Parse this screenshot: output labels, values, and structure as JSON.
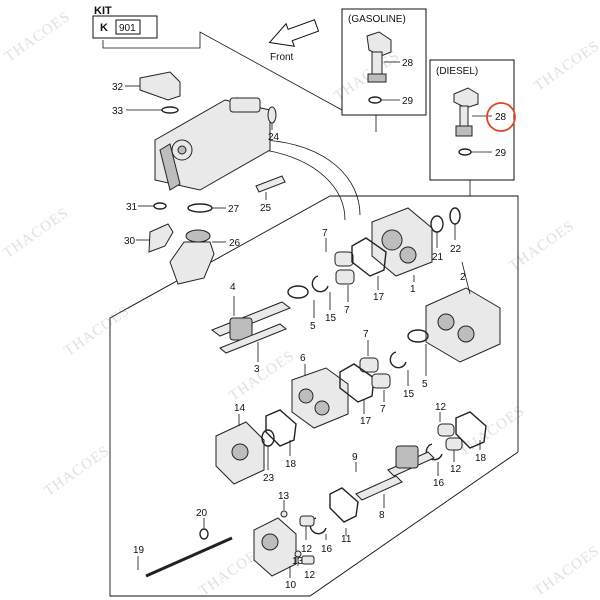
{
  "kit": {
    "title": "KIT",
    "row_label": "K",
    "row_value": "901"
  },
  "front_label": "Front",
  "gasoline_label": "(GASOLINE)",
  "diesel_label": "(DIESEL)",
  "watermark": "THACOES",
  "highlight_color": "#e0452b",
  "callouts": {
    "c32": "32",
    "c33": "33",
    "c24": "24",
    "c31": "31",
    "c27": "27",
    "c25": "25",
    "c30": "30",
    "c26": "26",
    "g28": "28",
    "g29": "29",
    "d28": "28",
    "d29": "29",
    "c7a": "7",
    "c21": "21",
    "c22": "22",
    "c2": "2",
    "c1": "1",
    "c17a": "17",
    "c4": "4",
    "c5a": "5",
    "c15a": "15",
    "c7b": "7",
    "c3": "3",
    "c6": "6",
    "c7c": "7",
    "c17b": "17",
    "c7d": "7",
    "c15b": "15",
    "c5b": "5",
    "c14": "14",
    "c18a": "18",
    "c23": "23",
    "c9": "9",
    "c12a": "12",
    "c12b": "12",
    "c16a": "16",
    "c18b": "18",
    "c8": "8",
    "c13a": "13",
    "c12c": "12",
    "c16b": "16",
    "c20": "20",
    "c19": "19",
    "c13b": "13",
    "c12d": "12",
    "c10": "10",
    "c11": "11"
  }
}
